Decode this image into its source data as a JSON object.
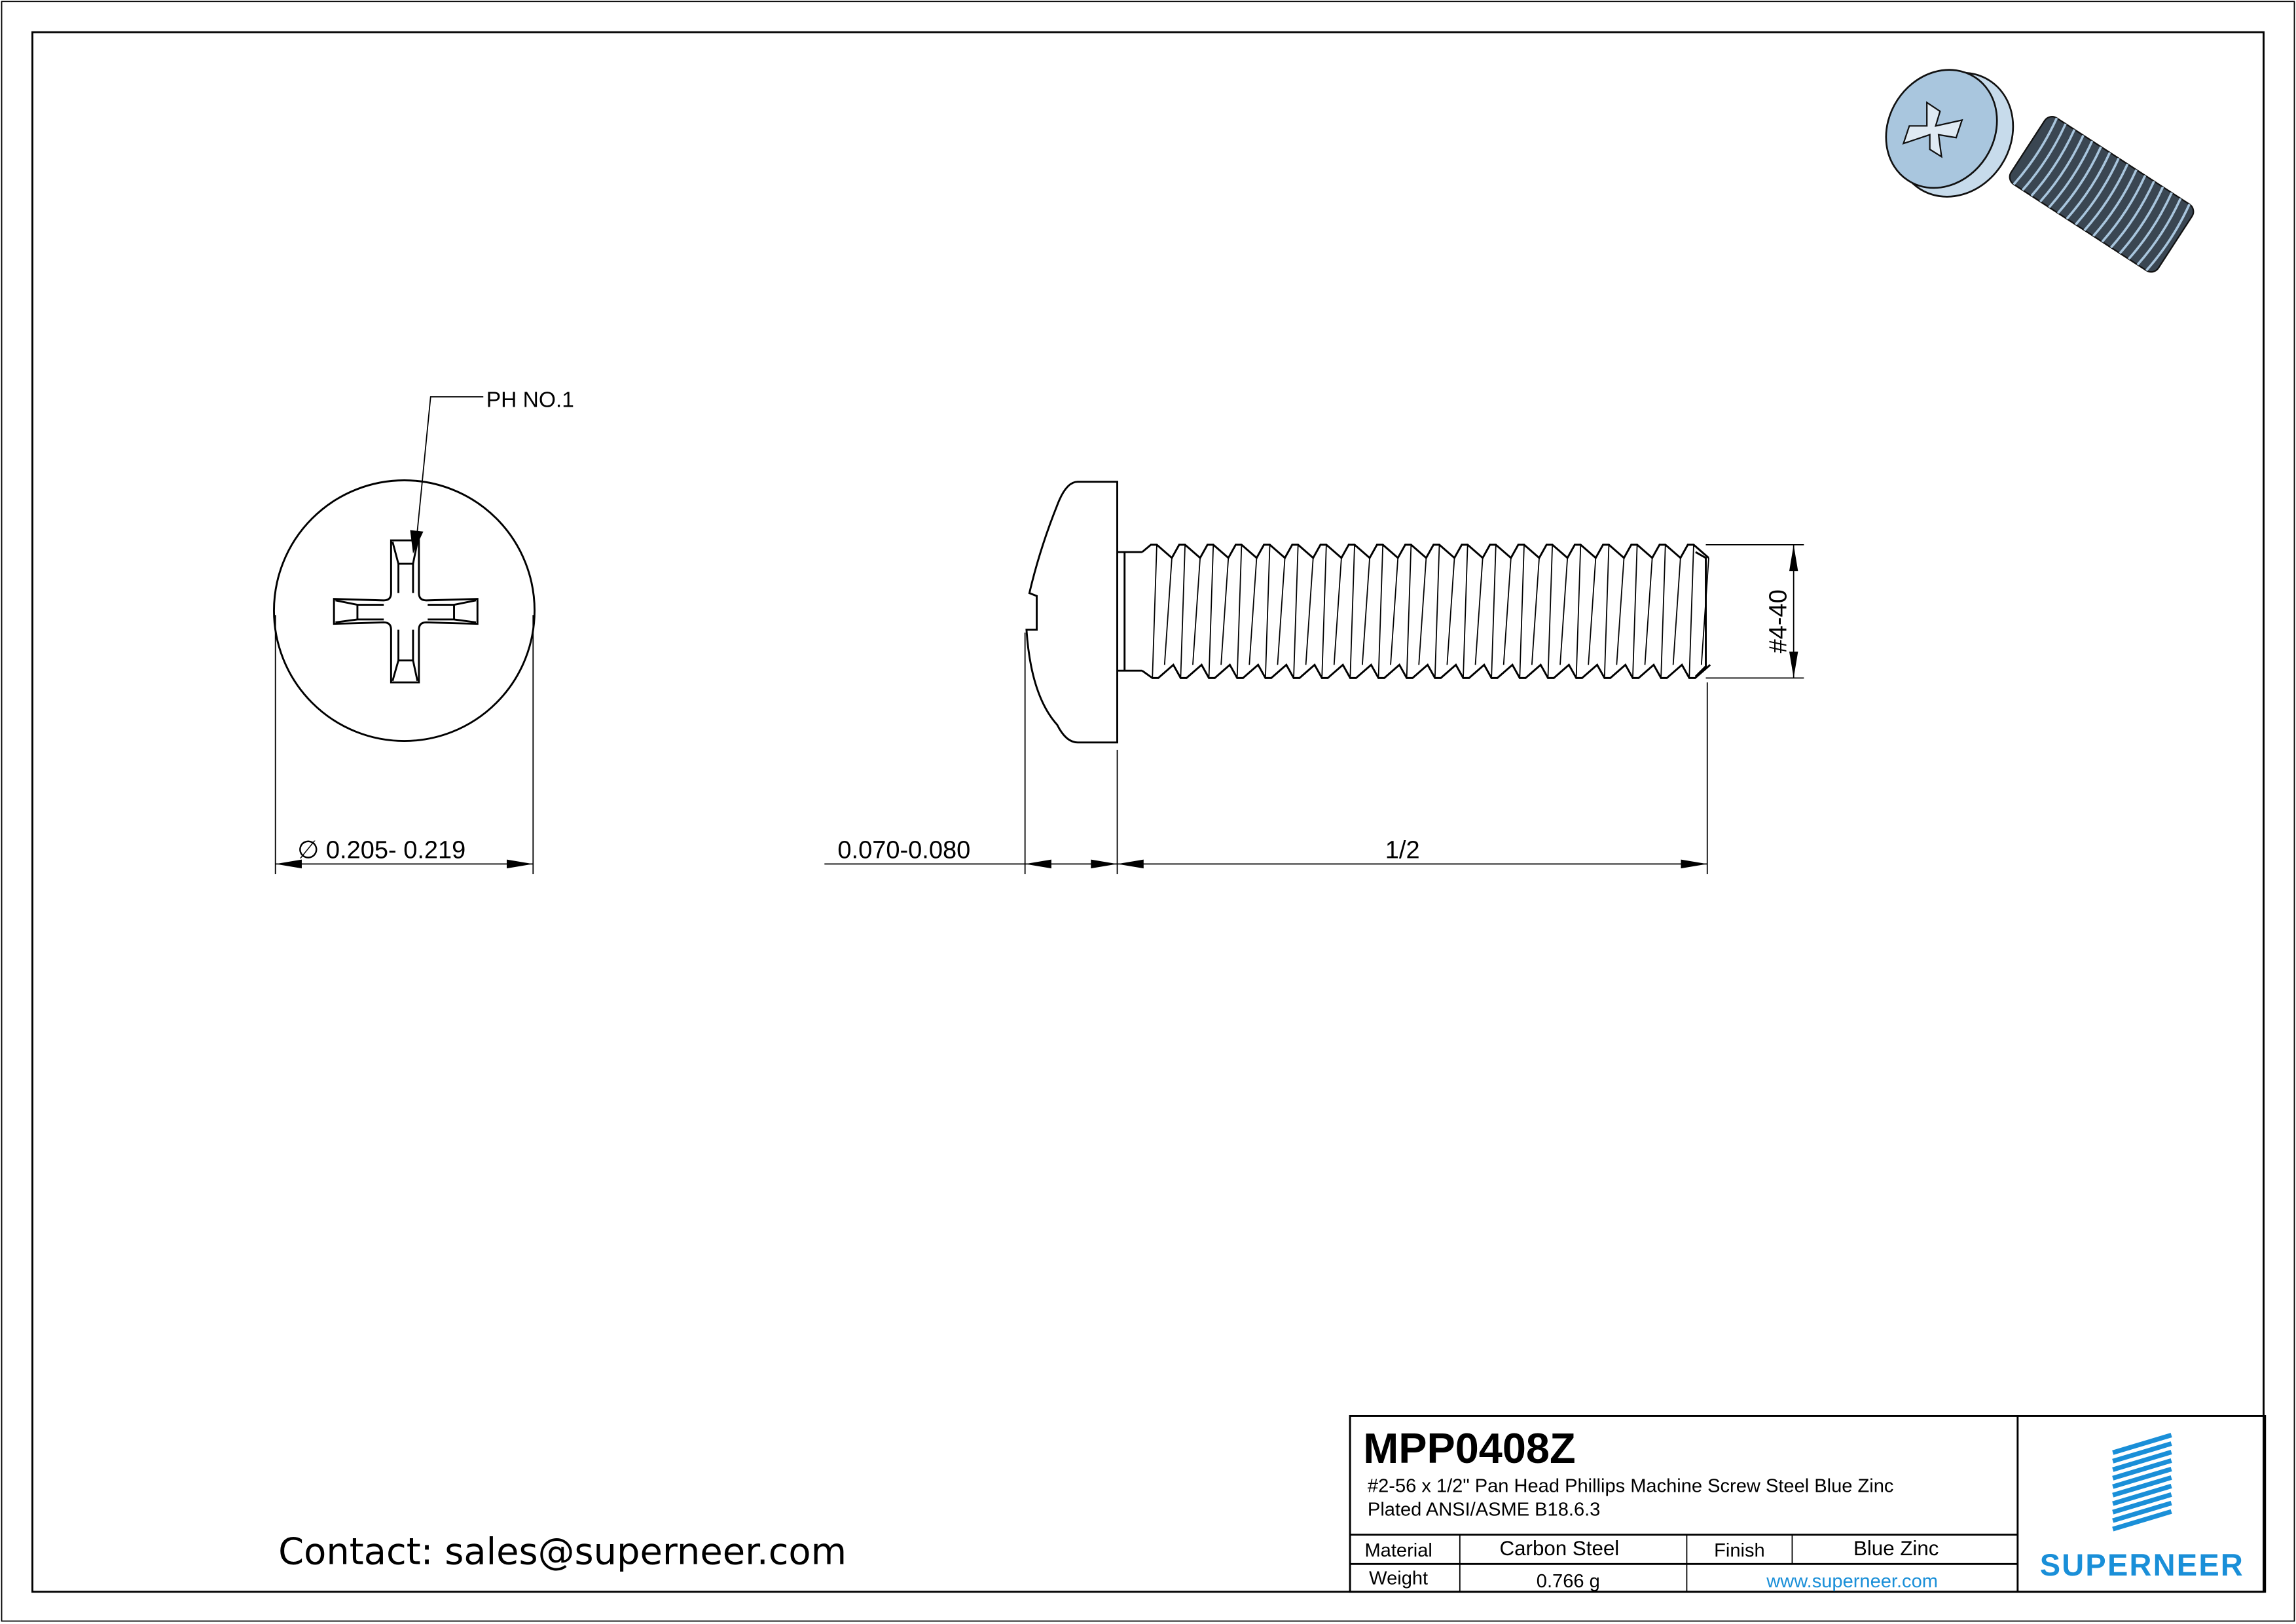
{
  "drawing": {
    "top_view": {
      "callout": "PH NO.1",
      "diameter_dim": "∅ 0.205- 0.219"
    },
    "side_view": {
      "head_height_dim": "0.070-0.080",
      "length_dim": "1/2",
      "thread_dim": "#4-40"
    }
  },
  "contact": "Contact: sales@superneer.com",
  "title_block": {
    "part_number": "MPP0408Z",
    "description_line1": "#2-56 x 1/2\" Pan Head Phillips Machine Screw Steel Blue Zinc",
    "description_line2": "Plated ANSI/ASME B18.6.3",
    "material_label": "Material",
    "material_value": "Carbon Steel",
    "finish_label": "Finish",
    "finish_value": "Blue Zinc",
    "weight_label": "Weight",
    "weight_value": "0.766 g",
    "website": "www.superneer.com",
    "brand": "SUPERNEER"
  },
  "colors": {
    "brand": "#1a8fd8",
    "screw_blue": "#a9c6de"
  }
}
